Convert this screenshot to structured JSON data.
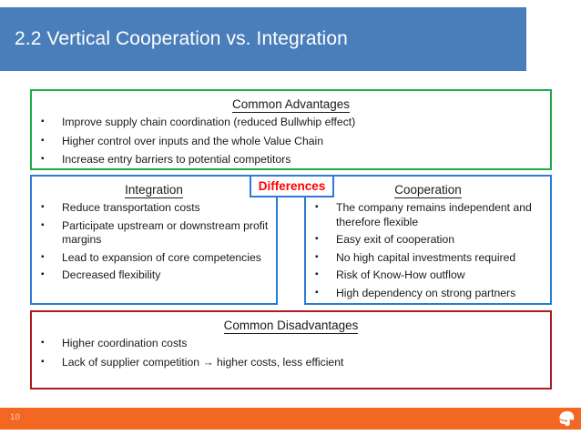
{
  "header": {
    "title": "2.2 Vertical Cooperation vs. Integration",
    "bar_color": "#4a7ebb",
    "title_color": "#ffffff"
  },
  "advantages": {
    "heading": "Common Advantages",
    "border_color": "#1faa4b",
    "items": [
      "Improve supply chain coordination (reduced Bullwhip effect)",
      "Higher control over inputs and the whole Value Chain",
      "Increase entry barriers to potential competitors"
    ]
  },
  "integration": {
    "heading": "Integration",
    "border_color": "#2b7cd3",
    "items": [
      "Reduce transportation costs",
      "Participate upstream or downstream profit margins",
      "Lead to expansion of core competencies",
      "Decreased flexibility"
    ]
  },
  "differences": {
    "label": "Differences",
    "label_color": "#ff0000",
    "border_color": "#2b7cd3"
  },
  "cooperation": {
    "heading": "Cooperation",
    "border_color": "#2b7cd3",
    "items": [
      "The company remains independent and therefore flexible",
      "Easy exit of cooperation",
      "No high capital investments required",
      "Risk of Know-How outflow",
      "High dependency on strong partners"
    ]
  },
  "disadvantages": {
    "heading": "Common Disadvantages",
    "border_color": "#b01a21",
    "items": [
      "Higher coordination costs",
      "Lack of supplier competition → higher costs, less efficient"
    ]
  },
  "footer": {
    "page_number": "10",
    "bar_color": "#f26722",
    "logo_name": "slideshare-logo"
  }
}
